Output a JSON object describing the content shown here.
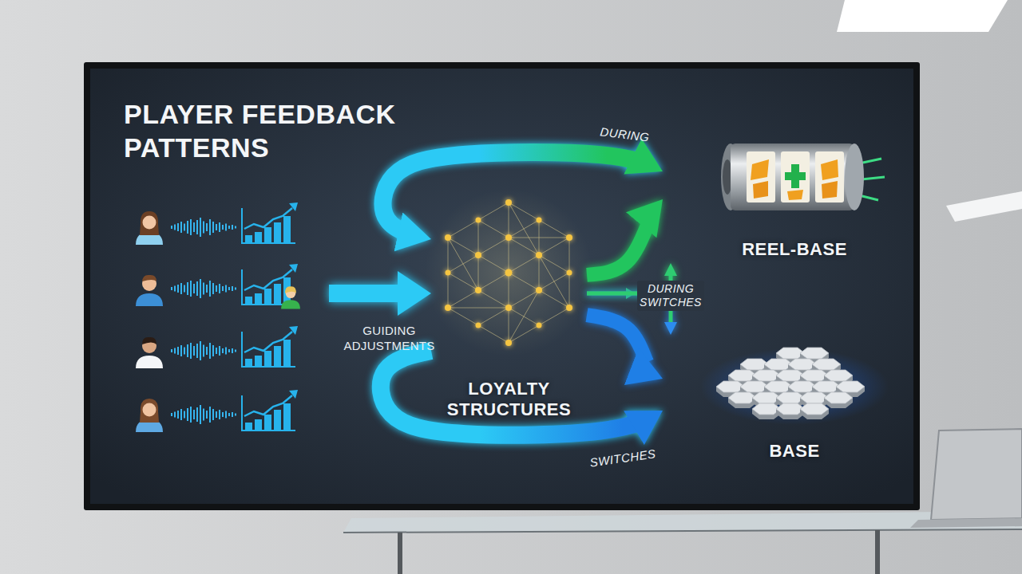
{
  "diagram": {
    "title": "PLAYER FEEDBACK PATTERNS",
    "nodes": [
      {
        "text": [
          "LOYALTY STRUCTURES"
        ]
      },
      {
        "text": [
          "REEL-BASE"
        ]
      },
      {
        "text": [
          "BASE"
        ]
      }
    ],
    "edges": [
      {
        "from": 0,
        "to": 1,
        "arrow": "both",
        "label": "DURING"
      },
      {
        "from": 0,
        "to": 1,
        "arrow": "to"
      },
      {
        "from": 0,
        "to": 1,
        "arrow": "to",
        "label": "DURING SWITCHES"
      },
      {
        "from": 0,
        "to": 2,
        "arrow": "to"
      },
      {
        "from": 0,
        "to": 2,
        "arrow": "to"
      },
      {
        "from": 0,
        "to": 2,
        "arrow": "to",
        "label": "SWITCHES"
      }
    ],
    "labels": [
      "GUIDING ADJUSTMENTS"
    ]
  }
}
